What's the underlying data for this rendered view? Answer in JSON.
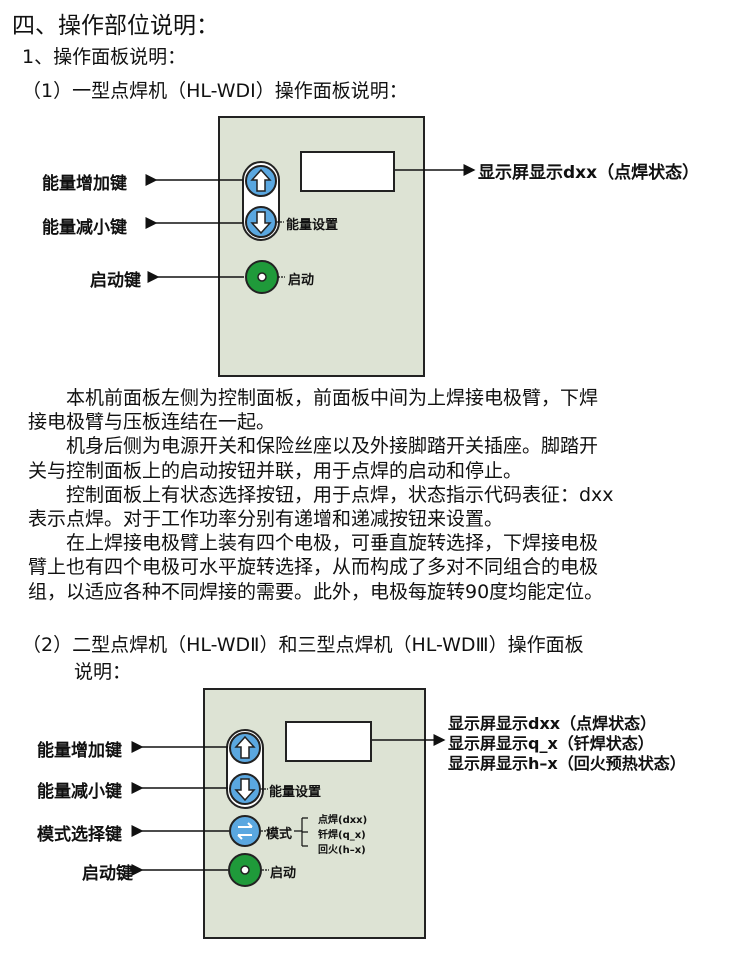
{
  "section_title": "四、操作部位说明：",
  "subsection_title": "1、操作面板说明：",
  "panel1": {
    "heading": "（1）一型点焊机（HL-WDⅠ）操作面板说明：",
    "labels": {
      "energy_up": "能量增加键",
      "energy_down": "能量减小键",
      "start": "启动键",
      "energy_setting": "能量设置",
      "start_small": "启动",
      "display": "显示屏显示dxx（点焊状态）"
    }
  },
  "paragraphs": [
    "本机前面板左侧为控制面板，前面板中间为上焊接电极臂，下焊",
    "接电极臂与压板连结在一起。",
    "机身后侧为电源开关和保险丝座以及外接脚踏开关插座。脚踏开",
    "关与控制面板上的启动按钮并联，用于点焊的启动和停止。",
    "控制面板上有状态选择按钮，用于点焊，状态指示代码表征：dxx",
    "表示点焊。对于工作功率分别有递增和递减按钮来设置。",
    "在上焊接电极臂上装有四个电极，可垂直旋转选择，下焊接电极",
    "臂上也有四个电极可水平旋转选择，从而构成了多对不同组合的电极",
    "组，以适应各种不同焊接的需要。此外，电极每旋转90度均能定位。"
  ],
  "panel2": {
    "heading_line1": "（2）二型点焊机（HL-WDⅡ）和三型点焊机（HL-WDⅢ）操作面板",
    "heading_line2": "说明：",
    "labels": {
      "energy_up": "能量增加键",
      "energy_down": "能量减小键",
      "mode_select": "模式选择键",
      "start": "启动键",
      "energy_setting": "能量设置",
      "mode": "模式",
      "start_small": "启动",
      "display_lines": [
        "显示屏显示dxx（点焊状态）",
        "显示屏显示q_x（钎焊状态）",
        "显示屏显示h–x（回火预热状态）"
      ],
      "mode_options": [
        "点焊(dxx)",
        "钎焊(q_x)",
        "回火(h–x)"
      ]
    }
  },
  "colors": {
    "panel_bg": "#dde3d4",
    "button_blue": "#5aa7e0",
    "button_green": "#1f9a3a"
  }
}
